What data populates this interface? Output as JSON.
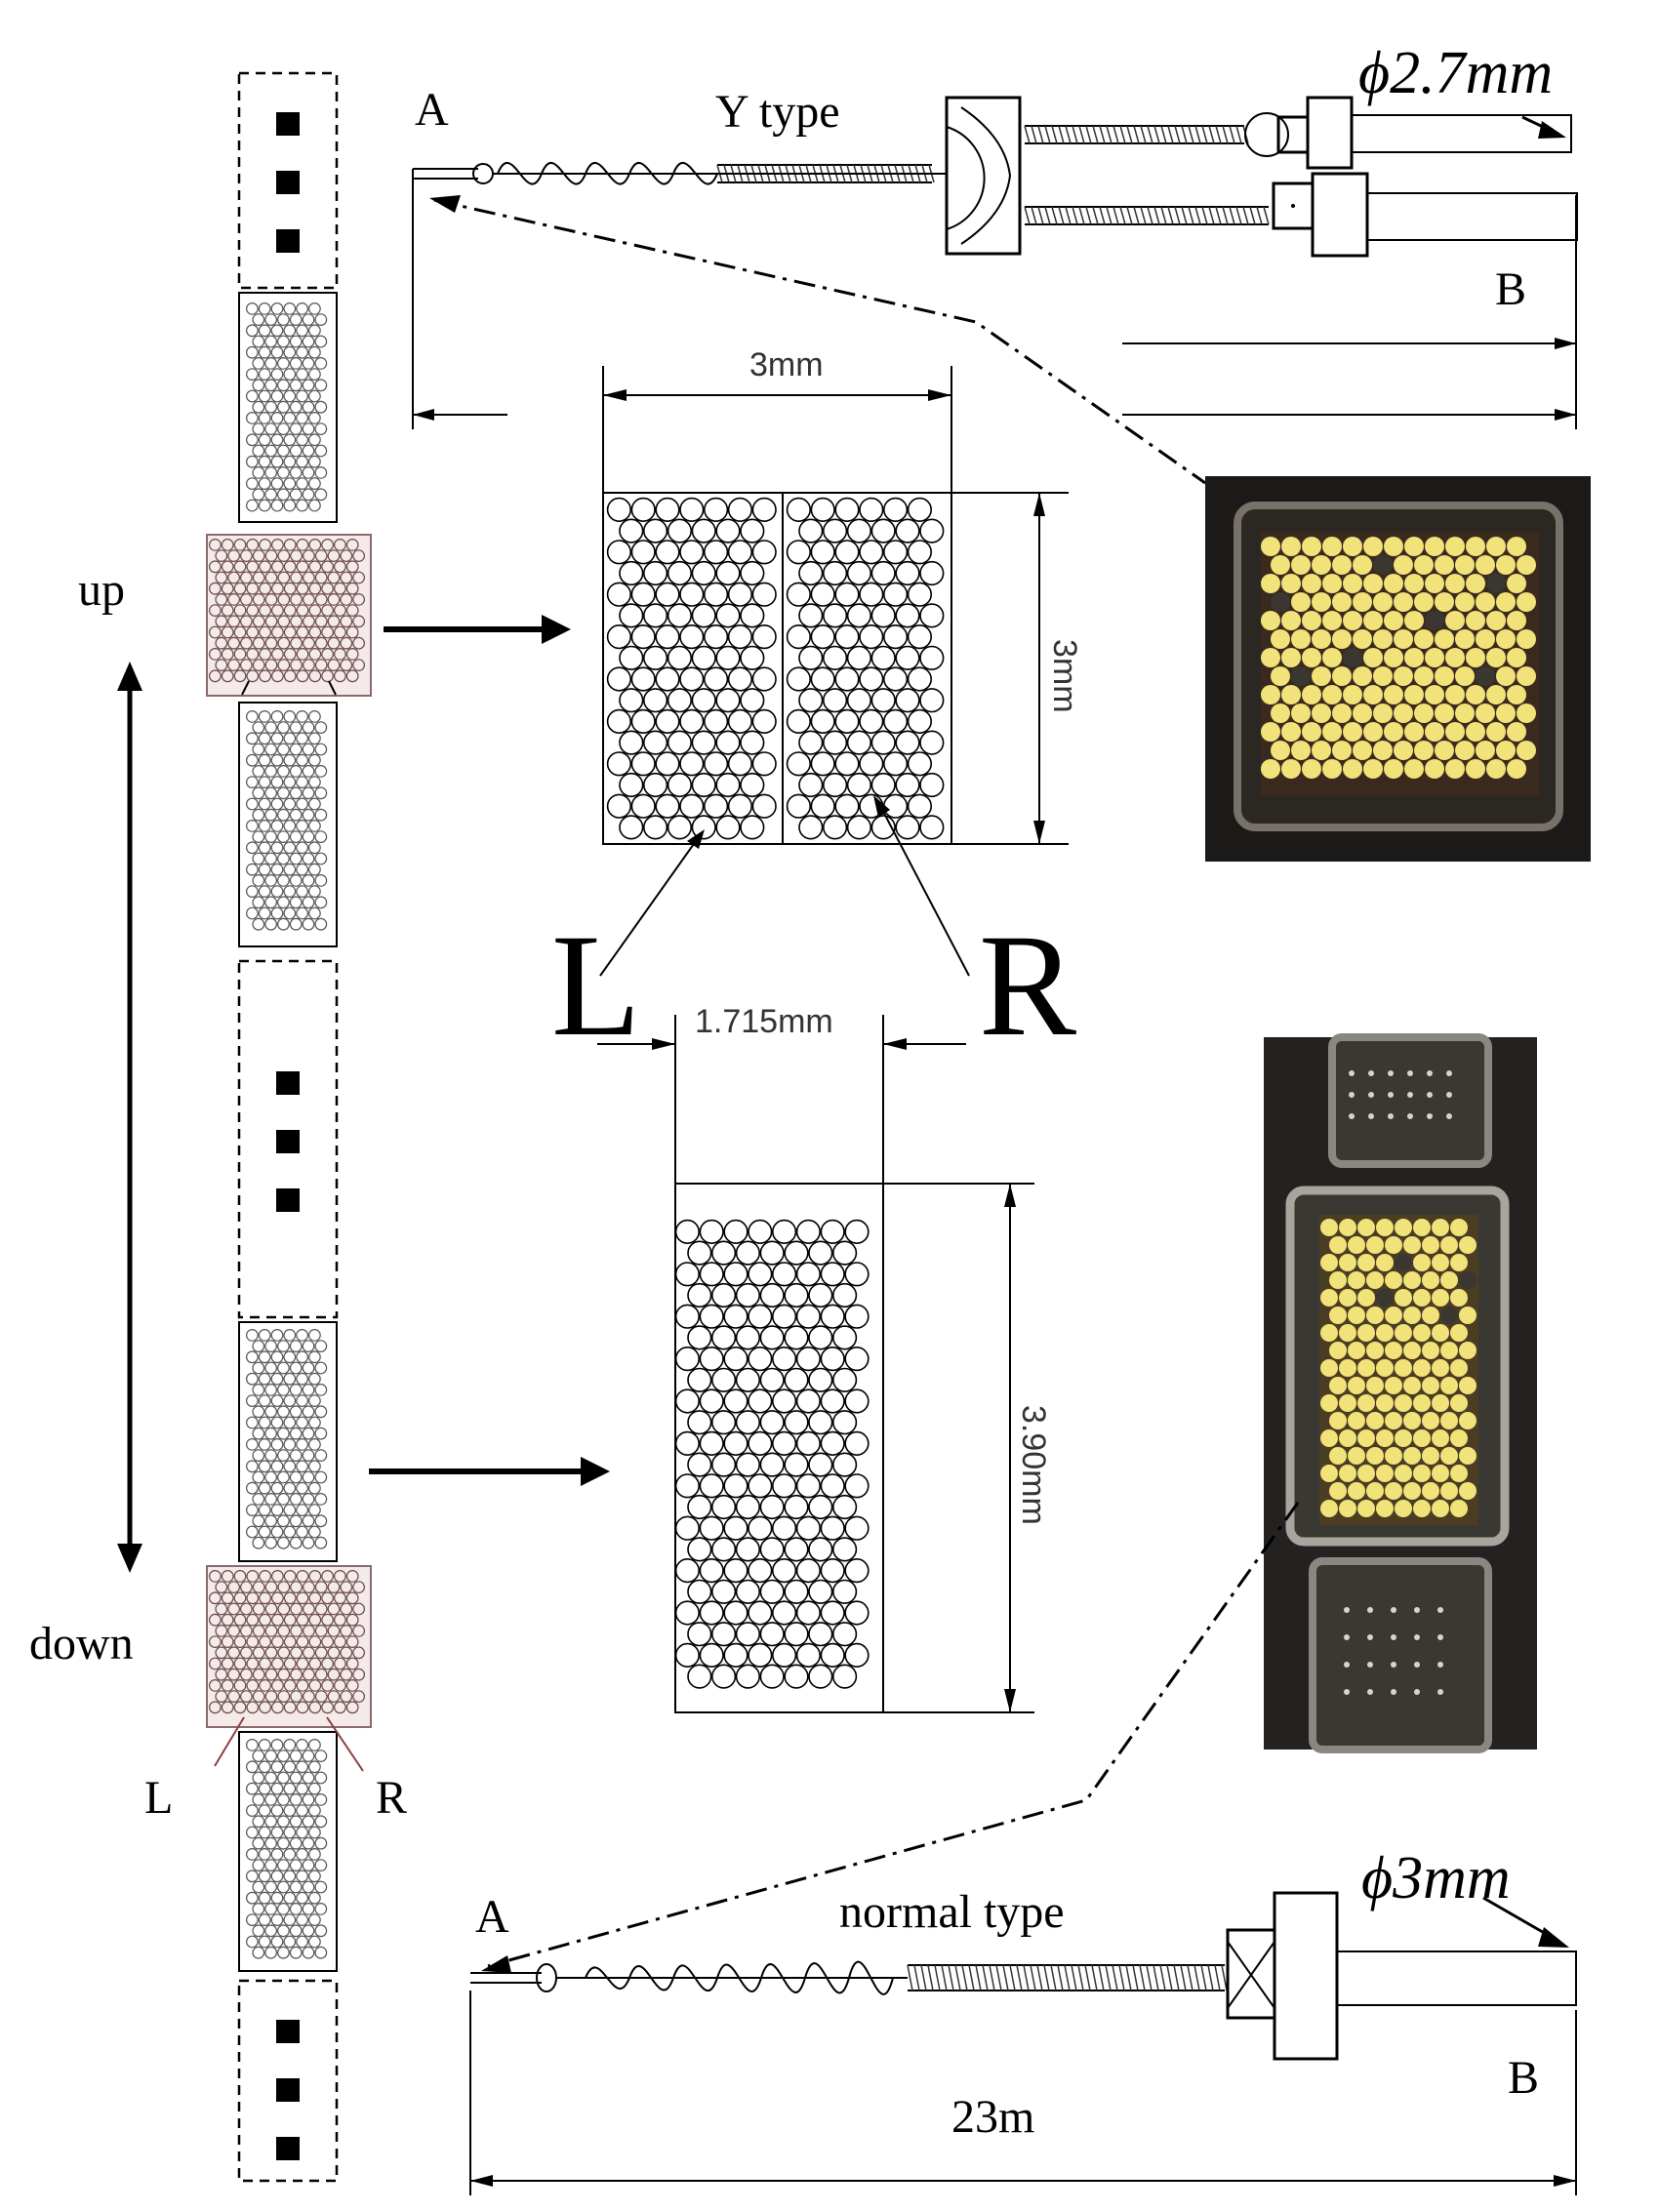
{
  "labels": {
    "up": "up",
    "down": "down",
    "L_small": "L",
    "R_small": "R",
    "L_large": "L",
    "R_large": "R",
    "A_top": "A",
    "B_top": "B",
    "A_bottom": "A",
    "B_bottom": "B",
    "y_type": "Y type",
    "normal_type": "normal type",
    "phi_top": "ϕ2.7mm",
    "phi_bottom": "ϕ3mm",
    "dim_3mm_h": "3mm",
    "dim_3mm_v": "3mm",
    "dim_1715": "1.715mm",
    "dim_390": "3.90mm",
    "length": "23m"
  },
  "colors": {
    "line": "#000000",
    "bundle_tint": "#f4eaea",
    "photo_bg": "#1b1a18",
    "fiber_lit": "#f1e27a",
    "fiber_dim": "#3a3630"
  }
}
